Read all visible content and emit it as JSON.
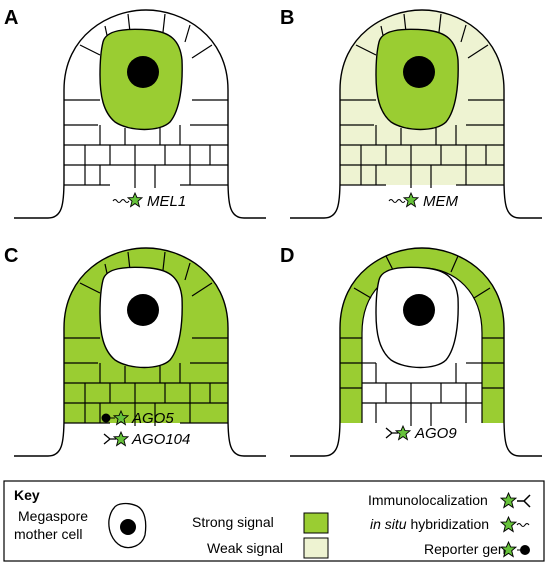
{
  "panels": [
    {
      "letter": "A",
      "genes": [
        "MEL1"
      ]
    },
    {
      "letter": "B",
      "genes": [
        "MEM"
      ]
    },
    {
      "letter": "C",
      "genes": [
        "AGO5",
        "AGO104"
      ]
    },
    {
      "letter": "D",
      "genes": [
        "AGO9"
      ]
    }
  ],
  "key": {
    "title": "Key",
    "mmc_label_line1": "Megaspore",
    "mmc_label_line2": "mother cell",
    "strong_signal": "Strong signal",
    "weak_signal": "Weak signal",
    "immunolocalization": "Immunolocalization",
    "in_situ_italic": "in situ",
    "in_situ_rest": " hybridization",
    "reporter_gene": "Reporter gene"
  },
  "colors": {
    "strong": "#9acd32",
    "weak": "#eef3d2",
    "star": "#66c23a",
    "outline": "#000000"
  },
  "icons": {
    "in_situ": "wavy-line-star-icon",
    "immuno": "antibody-star-icon",
    "reporter": "dot-star-icon"
  }
}
